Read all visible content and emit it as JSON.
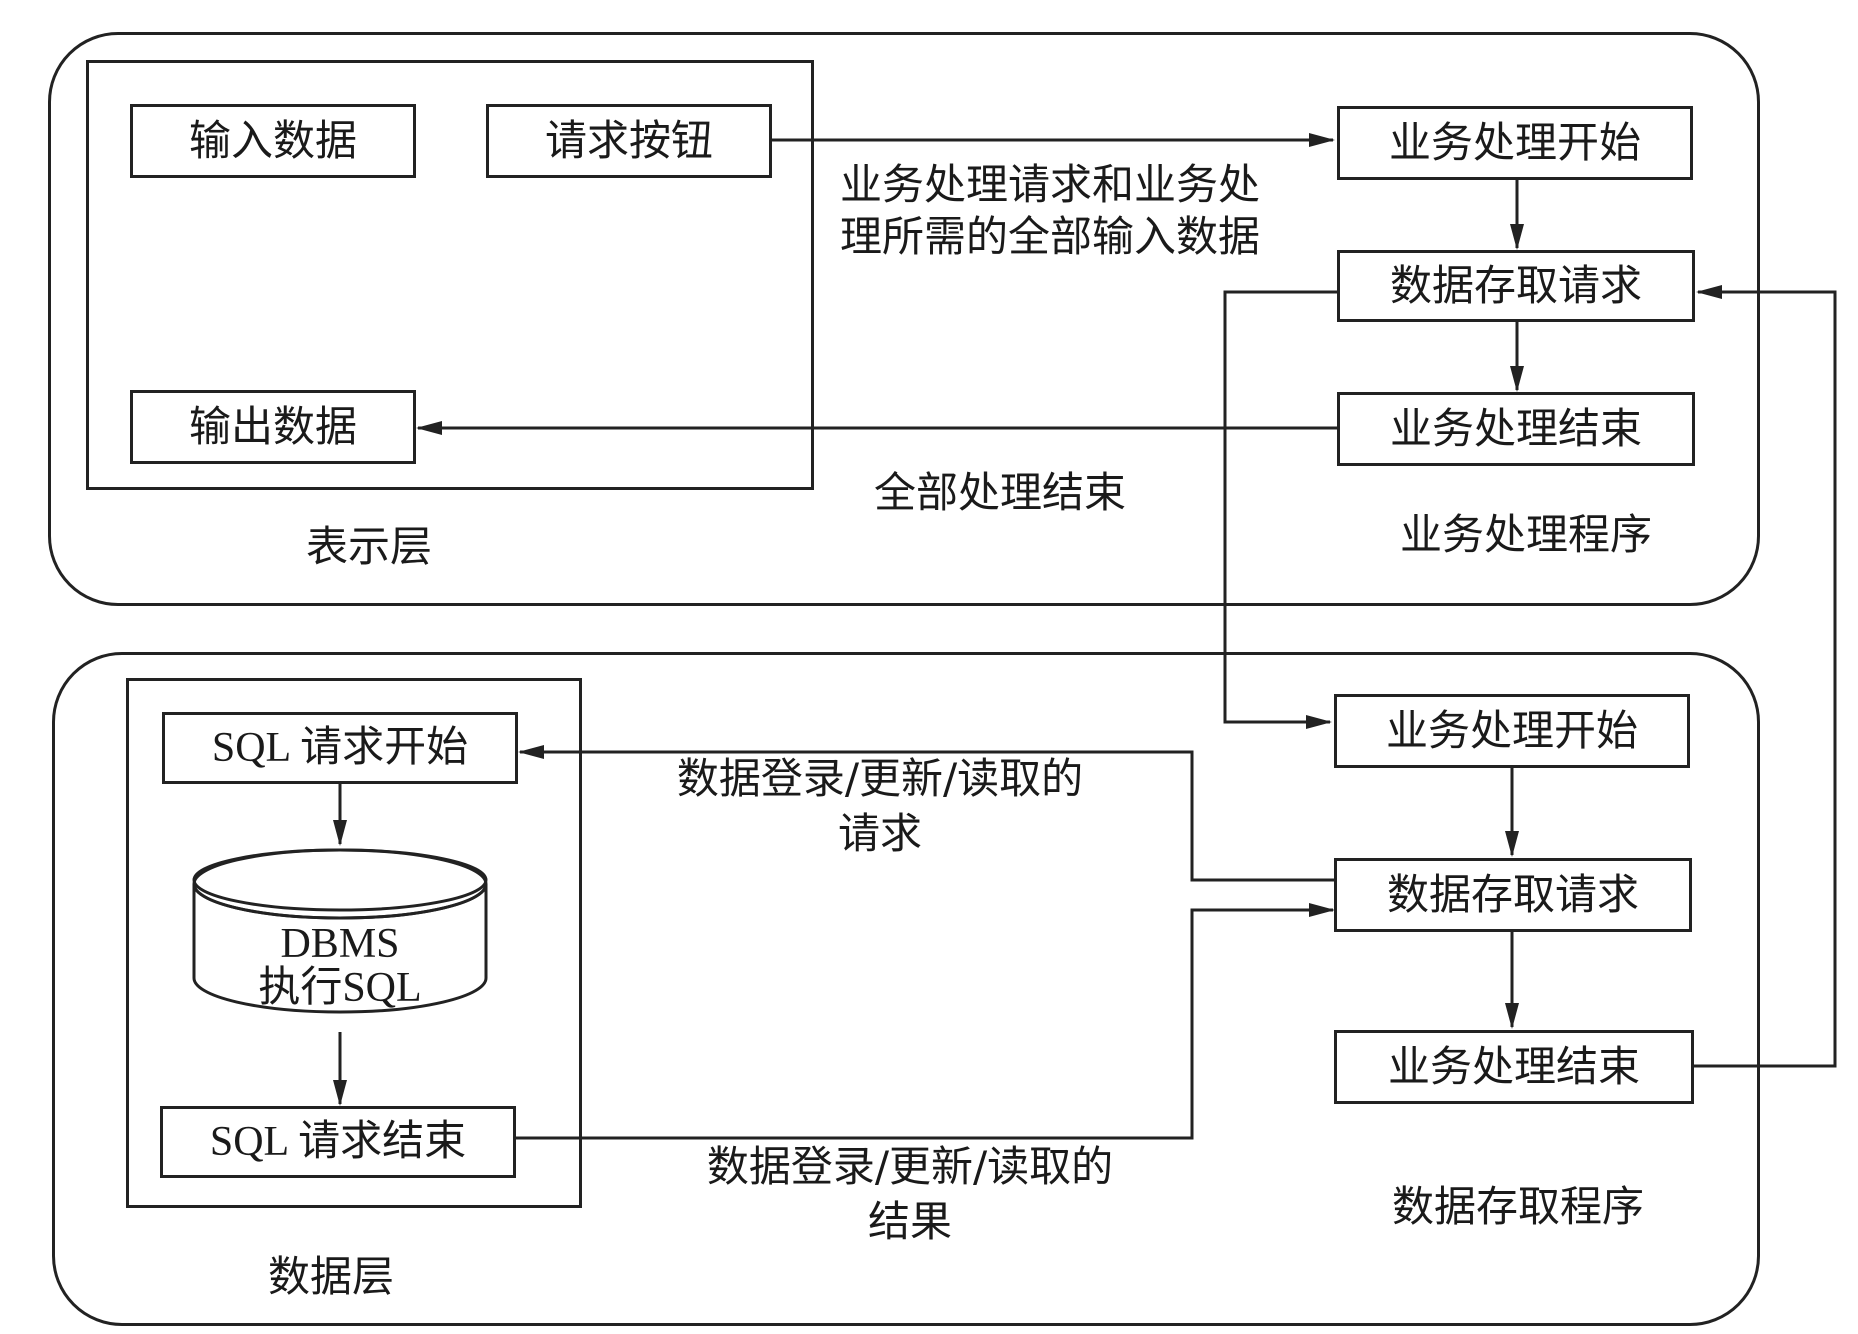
{
  "presentation_layer": {
    "title": "表示层",
    "input_data": "输入数据",
    "request_button": "请求按钮",
    "output_data": "输出数据"
  },
  "business_program": {
    "title": "业务处理程序",
    "start": "业务处理开始",
    "data_access_request": "数据存取请求",
    "end": "业务处理结束"
  },
  "data_access_program": {
    "title": "数据存取程序",
    "start": "业务处理开始",
    "data_access_request": "数据存取请求",
    "end": "业务处理结束"
  },
  "data_layer": {
    "title": "数据层",
    "sql_start": "SQL 请求开始",
    "dbms_line1": "DBMS",
    "dbms_line2": "执行SQL",
    "sql_end": "SQL 请求结束"
  },
  "edge_labels": {
    "request_line1": "业务处理请求和业务处",
    "request_line2": "理所需的全部输入数据",
    "all_done": "全部处理结束",
    "db_request_line1": "数据登录/更新/读取的",
    "db_request_line2": "请求",
    "db_result_line1": "数据登录/更新/读取的",
    "db_result_line2": "结果"
  }
}
